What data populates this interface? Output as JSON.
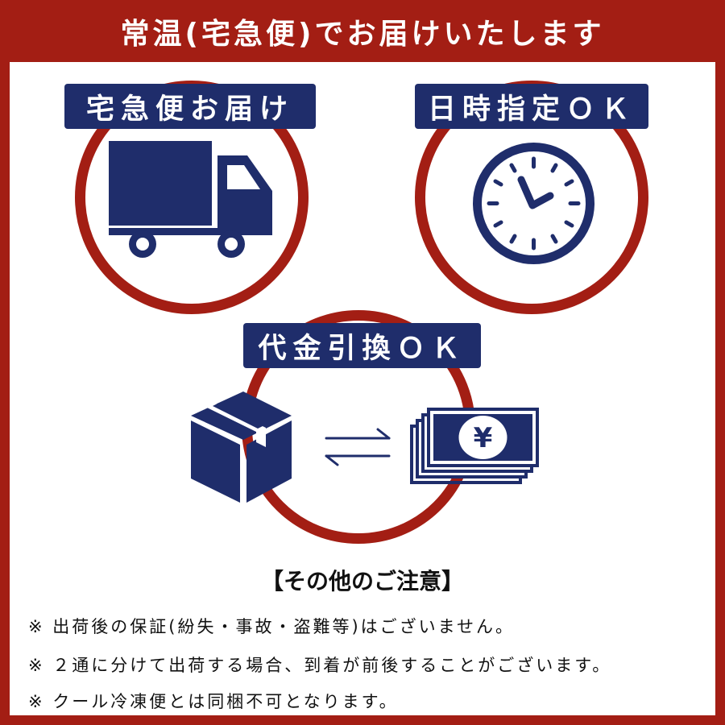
{
  "header": {
    "title": "常温(宅急便)でお届けいたします"
  },
  "badges": {
    "delivery": "宅急便お届け",
    "time": "日時指定ＯＫ",
    "cod": "代金引換ＯＫ"
  },
  "icons": {
    "delivery": "truck-icon",
    "time": "clock-icon",
    "package": "package-box-icon",
    "exchange": "exchange-arrows-icon",
    "cash": "yen-banknotes-icon"
  },
  "colors": {
    "accent_red": "#a31e14",
    "navy": "#1f2d6b"
  },
  "notes": {
    "title": "【その他のご注意】",
    "items": [
      {
        "mark": "※",
        "text": "出荷後の保証(紛失・事故・盗難等)はございません。"
      },
      {
        "mark": "※",
        "text": "２通に分けて出荷する場合、到着が前後することがございます。"
      },
      {
        "mark": "※",
        "text": "クール冷凍便とは同梱不可となります。"
      }
    ]
  }
}
